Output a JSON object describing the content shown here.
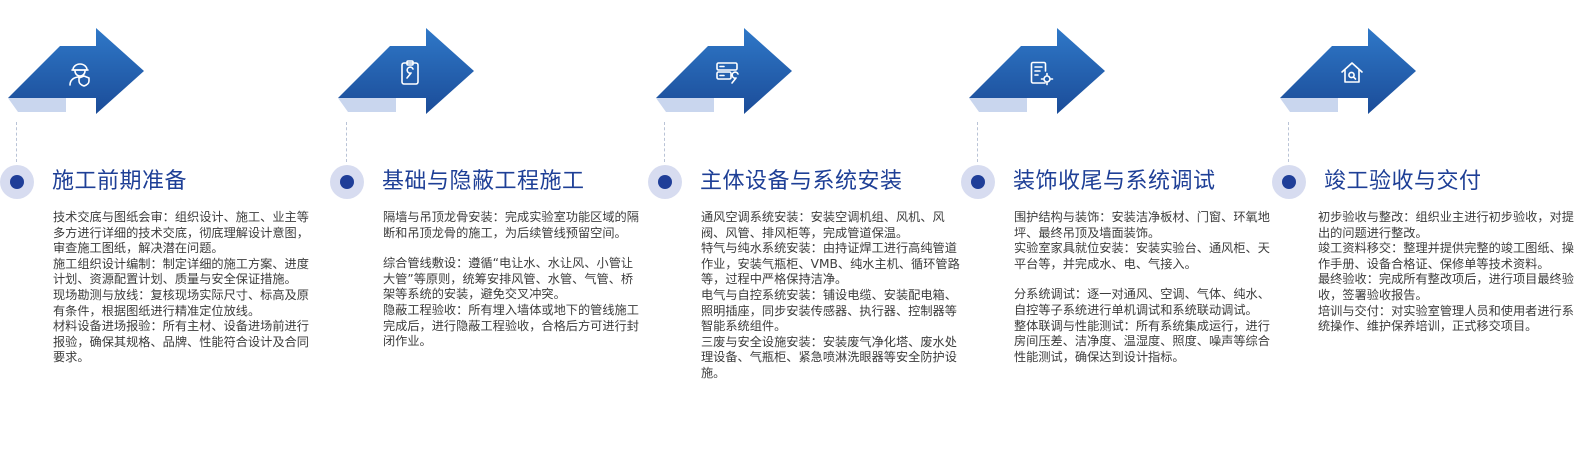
{
  "colors": {
    "arrow_top": "#2e74c4",
    "arrow_bottom": "#1b4e9a",
    "title": "#1e3f96",
    "node_outer": "#d7dcf0",
    "node_inner": "#1f3e98",
    "body_text": "#3c3c3c"
  },
  "stages": [
    {
      "icon": "worker-shield-icon",
      "title": "施工前期准备",
      "items": [
        "技术交底与图纸会审：组织设计、施工、业主等多方进行详细的技术交底，彻底理解设计意图，审查施工图纸，解决潜在问题。",
        "施工组织设计编制：制定详细的施工方案、进度计划、资源配置计划、质量与安全保证措施。",
        "现场勘测与放线：复核现场实际尺寸、标高及原有条件，根据图纸进行精准定位放线。",
        "材料设备进场报验：所有主材、设备进场前进行报验，确保其规格、品牌、性能符合设计及合同要求。"
      ]
    },
    {
      "icon": "clipboard-wrench-icon",
      "title": "基础与隐蔽工程施工",
      "items": [
        "隔墙与吊顶龙骨安装：完成实验室功能区域的隔断和吊顶龙骨的施工，为后续管线预留空间。",
        "综合管线敷设：遵循“电让水、水让风、小管让大管”等原则，统筹安排风管、水管、气管、桥架等系统的安装，避免交叉冲突。",
        "隐蔽工程验收：所有埋入墙体或地下的管线施工完成后，进行隐蔽工程验收，合格后方可进行封闭作业。"
      ]
    },
    {
      "icon": "server-wrench-icon",
      "title": "主体设备与系统安装",
      "items": [
        "通风空调系统安装：安装空调机组、风机、风阀、风管、排风柜等，完成管道保温。",
        "特气与纯水系统安装：由持证焊工进行高纯管道作业，安装气瓶柜、VMB、纯水主机、循环管路等，过程中严格保持洁净。",
        "电气与自控系统安装：铺设电缆、安装配电箱、照明插座，同步安装传感器、执行器、控制器等智能系统组件。",
        "三废与安全设施安装：安装废气净化塔、废水处理设备、气瓶柜、紧急喷淋洗眼器等安全防护设施。"
      ]
    },
    {
      "icon": "document-settings-icon",
      "title": "装饰收尾与系统调试",
      "items": [
        "围护结构与装饰：安装洁净板材、门窗、环氧地坪、最终吊顶及墙面装饰。",
        "实验室家具就位安装：安装实验台、通风柜、天平台等，并完成水、电、气接入。",
        "分系统调试：逐一对通风、空调、气体、纯水、自控等子系统进行单机调试和系统联动调试。",
        "整体联调与性能测试：所有系统集成运行，进行房间压差、洁净度、温湿度、照度、噪声等综合性能测试，确保达到设计指标。"
      ]
    },
    {
      "icon": "home-search-icon",
      "title": "竣工验收与交付",
      "items": [
        "初步验收与整改：组织业主进行初步验收，对提出的问题进行整改。",
        "竣工资料移交：整理并提供完整的竣工图纸、操作手册、设备合格证、保修单等技术资料。",
        "最终验收：完成所有整改项后，进行项目最终验收，签署验收报告。",
        "培训与交付：对实验室管理人员和使用者进行系统操作、维护保养培训，正式移交项目。"
      ]
    }
  ]
}
